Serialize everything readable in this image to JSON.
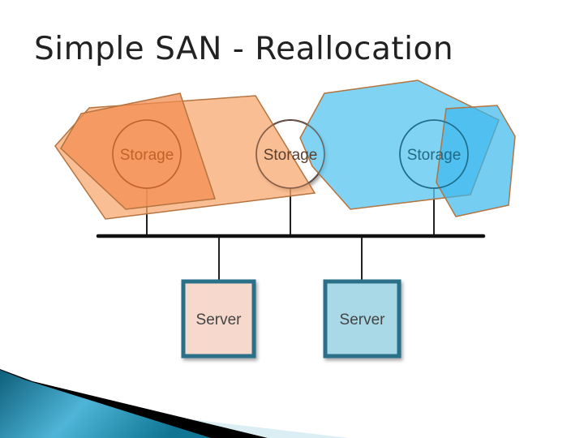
{
  "title": "Simple SAN - Reallocation",
  "storage": [
    {
      "label": "Storage",
      "color": "#c0622a"
    },
    {
      "label": "Storage",
      "color": "#6b4a3a"
    },
    {
      "label": "Storage",
      "color": "#1f6a86"
    }
  ],
  "servers": [
    {
      "label": "Server",
      "fill": "#f7d8cc"
    },
    {
      "label": "Server",
      "fill": "#a9d8e6"
    }
  ],
  "colors": {
    "orange": "#f28d52",
    "orange_light": "#f8b48a",
    "blue": "#5cc6f0",
    "border": "#b5733f",
    "server_border": "#2a7089"
  }
}
